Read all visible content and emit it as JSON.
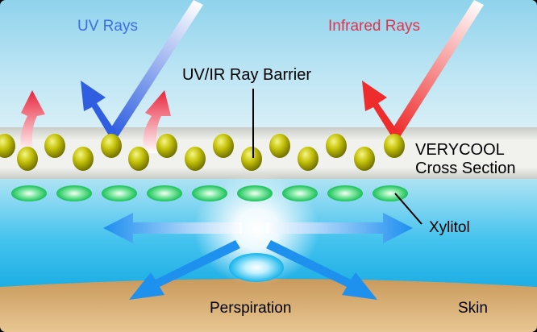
{
  "labels": {
    "uv_rays": "UV Rays",
    "infrared_rays": "Infrared Rays",
    "barrier": "UV/IR Ray Barrier",
    "cross_section": [
      "VERYCOOL",
      "Cross Section"
    ],
    "xylitol": "Xylitol",
    "perspiration": "Perspiration",
    "skin": "Skin"
  },
  "colors": {
    "uv": "#3f6ee0",
    "infrared": "#e0344c",
    "barrier_particle": "#c6c40a",
    "xylitol_particle": "#2fd06a",
    "water_top": "#9fdcf0",
    "water_bottom": "#17aee6",
    "skin": "#cfa064",
    "evaporation_arrow": "#1f8fef"
  },
  "icons": {
    "uv_ray": "arrow-reflect-icon",
    "infrared_ray": "arrow-reflect-icon",
    "heat_release": "curved-up-arrow-icon",
    "evaporation": "radial-arrows-icon"
  }
}
